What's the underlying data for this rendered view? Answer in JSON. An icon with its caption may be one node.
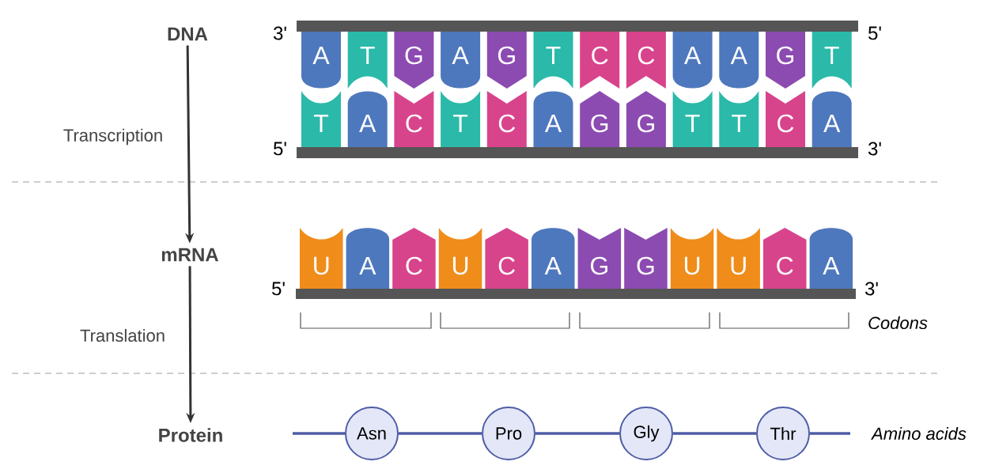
{
  "diagram": {
    "nodes": [
      {
        "text": [
          "DNA"
        ]
      },
      {
        "text": [
          "A"
        ]
      },
      {
        "text": [
          "T"
        ]
      },
      {
        "text": [
          "G"
        ]
      },
      {
        "text": [
          "A"
        ]
      },
      {
        "text": [
          "G"
        ]
      },
      {
        "text": [
          "T"
        ]
      },
      {
        "text": [
          "C"
        ]
      },
      {
        "text": [
          "C"
        ]
      },
      {
        "text": [
          "A"
        ]
      },
      {
        "text": [
          "A"
        ]
      },
      {
        "text": [
          "G"
        ]
      },
      {
        "text": [
          "T"
        ]
      },
      {
        "text": [
          "T"
        ]
      },
      {
        "text": [
          "A"
        ]
      },
      {
        "text": [
          "C"
        ]
      },
      {
        "text": [
          "T"
        ]
      },
      {
        "text": [
          "C"
        ]
      },
      {
        "text": [
          "A"
        ]
      },
      {
        "text": [
          "G"
        ]
      },
      {
        "text": [
          "G"
        ]
      },
      {
        "text": [
          "T"
        ]
      },
      {
        "text": [
          "T"
        ]
      },
      {
        "text": [
          "C"
        ]
      },
      {
        "text": [
          "A"
        ]
      },
      {
        "text": [
          "mRNA"
        ]
      },
      {
        "text": [
          "U"
        ]
      },
      {
        "text": [
          "A"
        ]
      },
      {
        "text": [
          "C"
        ]
      },
      {
        "text": [
          "U"
        ]
      },
      {
        "text": [
          "C"
        ]
      },
      {
        "text": [
          "A"
        ]
      },
      {
        "text": [
          "G"
        ]
      },
      {
        "text": [
          "G"
        ]
      },
      {
        "text": [
          "U"
        ]
      },
      {
        "text": [
          "U"
        ]
      },
      {
        "text": [
          "C"
        ]
      },
      {
        "text": [
          "A"
        ]
      },
      {
        "text": [
          "Protein"
        ]
      },
      {
        "text": [
          "Asn"
        ]
      },
      {
        "text": [
          "Pro"
        ]
      },
      {
        "text": [
          "Gly"
        ]
      },
      {
        "text": [
          "Thr"
        ]
      },
      {
        "text": [],
        "shape": "bar"
      },
      {
        "text": [],
        "shape": "bar"
      },
      {
        "text": [],
        "shape": "bar"
      }
    ],
    "edges": [
      {
        "from": 0,
        "to": 25,
        "arrow": "to",
        "label": "Transcription",
        "color": "#333333"
      },
      {
        "from": 25,
        "to": 38,
        "arrow": "to",
        "label": "Translation",
        "color": "#333333"
      },
      {
        "from": null,
        "to": 39,
        "arrow": "none"
      },
      {
        "from": 39,
        "to": 40,
        "arrow": "none"
      },
      {
        "from": 40,
        "to": 41,
        "arrow": "none"
      },
      {
        "from": 41,
        "to": 42,
        "arrow": "none"
      },
      {
        "from": 42,
        "to": null,
        "arrow": "none"
      }
    ],
    "labels": [
      "3'",
      "5'",
      "5'",
      "3'",
      "5'",
      "3'",
      "Codons",
      "Amino acids"
    ]
  }
}
